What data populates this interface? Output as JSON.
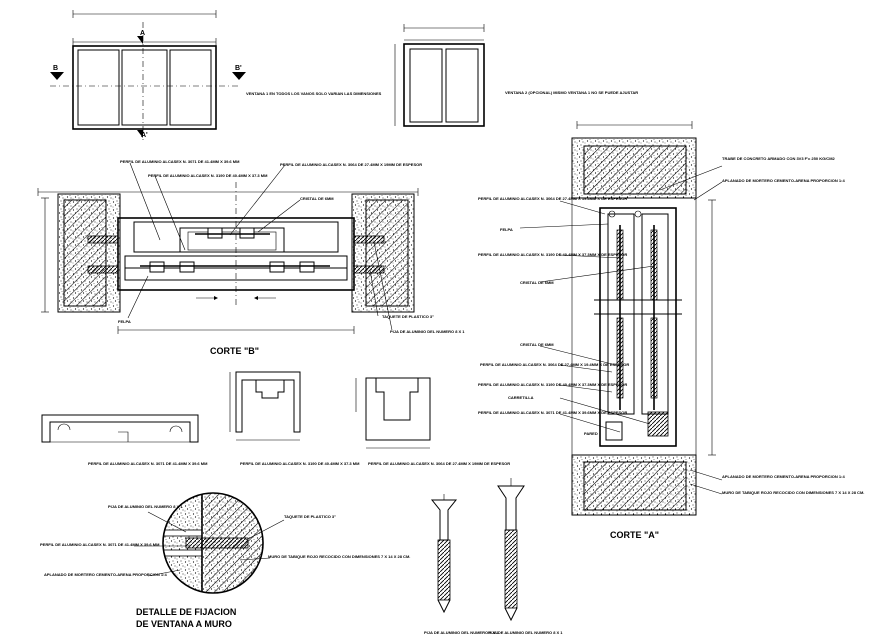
{
  "section_labels": {
    "a_top": "A",
    "a_bottom": "A'",
    "b_left": "B",
    "b_right": "B'"
  },
  "notes": {
    "ventana1": "VENTANA 1 EN TODOS LOS VANOS SOLO VARIAN LAS DIMENSIONES",
    "ventana2": "VENTANA 2 (OPCIONAL) MISMO VENTANA 1 NO SE PUEDE AJUSTAR"
  },
  "corte_b": {
    "title": "CORTE \"B\"",
    "labels": {
      "perfil_top_left": "PERFIL DE ALUMINIO ALCASEX N. 3071 DE 41.4MM X 39.6 MM",
      "perfil_mid_left": "PERFIL DE ALUMINIO ALCASEX N. 3190 DE 40.4MM X 37.3 MM",
      "perfil_top_right": "PERFIL DE ALUMINIO ALCASEX N. 3064 DE 27.4MM X 19MM DE ESPESOR",
      "cristal": "CRISTAL DE 6MM",
      "felpa": "FELPA",
      "taquete": "TAQUETE DE PLASTICO 3\"",
      "pija": "PIJA DE ALUMINIO DEL NUMERO 8 X 1"
    }
  },
  "profiles": {
    "p1": "PERFIL DE ALUMINIO ALCASEX N. 3071 DE 41.4MM X 39.6 MM",
    "p2": "PERFIL DE ALUMINIO ALCASEX N. 3190 DE 40.4MM X 37.3 MM",
    "p3": "PERFIL DE ALUMINIO ALCASEX N. 3064 DE 27.4MM X 19MM DE ESPESOR"
  },
  "corte_a": {
    "title": "CORTE \"A\"",
    "labels": {
      "trabe": "TRABE DE CONCRETO ARMADO CON 3V3 F'c 250 KG/CM2",
      "aplanado_top": "APLANADO DE MORTERO CEMENTO-ARENA PROPORCION 1:4",
      "perfil_3064": "PERFIL DE ALUMINIO ALCASEX N. 3064 DE 27.4MM X 19.4MM X DE ESPESOR",
      "felpa": "FELPA",
      "perfil_3190": "PERFIL DE ALUMINIO ALCASEX N. 3190 DE 40.4MM X 37.3MM X DE ESPESOR",
      "cristal_top": "CRISTAL DE 6MM",
      "cristal_bottom": "CRISTAL DE 6MM",
      "perfil_3064_b": "PERFIL DE ALUMINIO ALCASEX N. 3064 DE 27.4MM X 19.4MM X DE ESPESOR",
      "perfil_3190_b": "PERFIL DE ALUMINIO ALCASEX N. 3190 DE 40.4MM X 37.3MM X DE ESPESOR",
      "carretilla": "CARRETILLA",
      "perfil_3071": "PERFIL DE ALUMINIO ALCASEX N. 3071 DE 41.4MM X 39.6MM X DE ESPESOR",
      "pared": "PARED",
      "aplanado_bottom": "APLANADO DE MORTERO CEMENTO-ARENA PROPORCION 1:4",
      "muro": "MURO DE TABIQUE ROJO RECOCIDO CON DIMENSIONES 7 X 14 X 28 CM."
    }
  },
  "detalle": {
    "title_line1": "DETALLE DE FIJACION",
    "title_line2": "DE VENTANA A MURO",
    "labels": {
      "pija": "PIJA DE ALUMINIO DEL NUMERO 8 X 1",
      "taquete": "TAQUETE DE PLASTICO 3\"",
      "perfil": "PERFIL DE ALUMINIO ALCASEX N. 3071 DE 41.4MM X 39.6 MM",
      "muro": "MURO DE TABIQUE ROJO RECOCIDO CON DIMENSIONES 7 X 14 X 28 CM.",
      "aplanado": "APLANADO DE MORTERO CEMENTO-ARENA PROPORCION 1:4"
    }
  },
  "screws": {
    "label1": "PIJA DE ALUMINIO DEL NUMERO 8 X 1",
    "label2": "PIJA DE ALUMINIO DEL NUMERO 8 X 1"
  }
}
